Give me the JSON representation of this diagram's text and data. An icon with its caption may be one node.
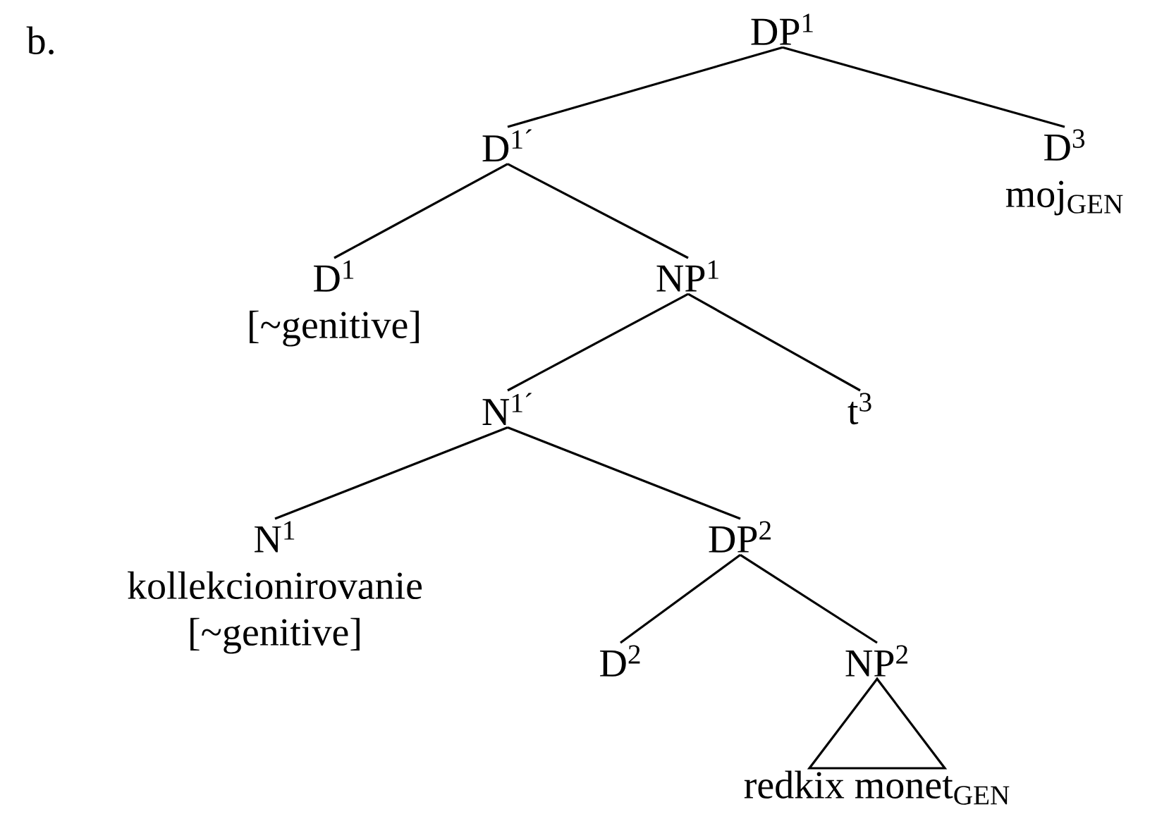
{
  "diagram": {
    "nodes": [
      {
        "text": [
          "DP$^{1}$"
        ]
      },
      {
        "text": [
          "D$^{1´}$"
        ]
      },
      {
        "text": [
          "D$^{3}$",
          "moj$_{GEN}$"
        ]
      },
      {
        "text": [
          "D$^{1}$",
          "[~genitive]"
        ]
      },
      {
        "text": [
          "NP$^{1}$"
        ]
      },
      {
        "text": [
          "N$^{1´}$"
        ]
      },
      {
        "text": [
          "t$^{3}$"
        ]
      },
      {
        "text": [
          "N$^{1}$",
          "kollekcionirovanie [~genitive]"
        ]
      },
      {
        "text": [
          "DP$^{2}$"
        ]
      },
      {
        "text": [
          "D$^{2}$"
        ]
      },
      {
        "text": [
          "NP$^{2}$"
        ]
      },
      {
        "text": [
          "redkix monet$_{GEN}$"
        ]
      }
    ],
    "edges": [
      {
        "from": 0,
        "to": 1,
        "arrow": "none"
      },
      {
        "from": 0,
        "to": 2,
        "arrow": "none"
      },
      {
        "from": 1,
        "to": 3,
        "arrow": "none"
      },
      {
        "from": 1,
        "to": 4,
        "arrow": "none"
      },
      {
        "from": 4,
        "to": 5,
        "arrow": "none"
      },
      {
        "from": 4,
        "to": 6,
        "arrow": "none"
      },
      {
        "from": 5,
        "to": 7,
        "arrow": "none"
      },
      {
        "from": 5,
        "to": 8,
        "arrow": "none"
      },
      {
        "from": 8,
        "to": 9,
        "arrow": "none"
      },
      {
        "from": 8,
        "to": 10,
        "arrow": "none"
      },
      {
        "from": 10,
        "to": 11,
        "arrow": "none"
      }
    ],
    "labels": [
      "b."
    ]
  }
}
